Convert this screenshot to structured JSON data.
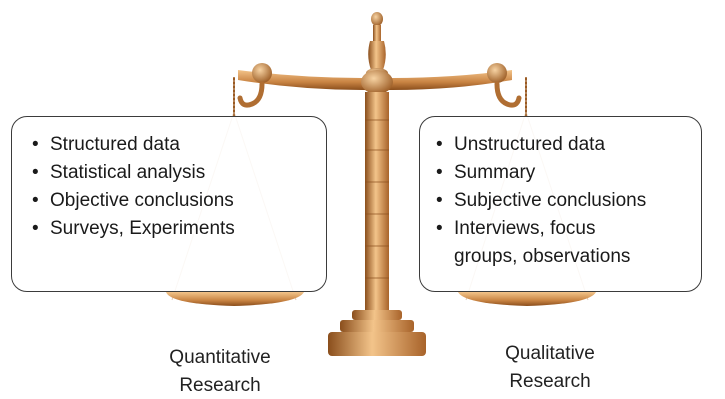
{
  "diagram": {
    "left_panel": {
      "items": [
        "Structured data",
        "Statistical analysis",
        "Objective conclusions",
        "Surveys, Experiments"
      ],
      "caption_line1": "Quantitative",
      "caption_line2": "Research"
    },
    "right_panel": {
      "items": [
        "Unstructured data",
        "Summary",
        "Subjective conclusions",
        "Interviews, focus\ngroups, observations"
      ],
      "caption_line1": "Qualitative",
      "caption_line2": "Research"
    },
    "illustration": "balance-scale",
    "colors": {
      "bronze_light": "#f3c48a",
      "bronze_mid": "#c98443",
      "bronze_dark": "#8a4e1c",
      "box_border": "#3b3b3b"
    }
  }
}
